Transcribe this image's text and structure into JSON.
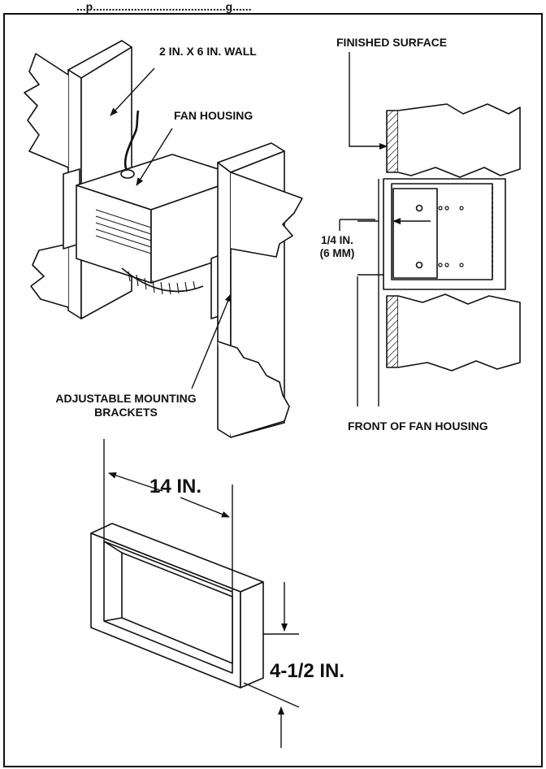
{
  "header": {
    "caption_fragment": "...p..........................................g......"
  },
  "labels": {
    "wall": "2 IN. X 6 IN. WALL",
    "fan_housing": "FAN HOUSING",
    "brackets_line1": "ADJUSTABLE MOUNTING",
    "brackets_line2": "BRACKETS",
    "finished_surface": "FINISHED SURFACE",
    "gap_line1": "1/4 IN.",
    "gap_line2": "(6 MM)",
    "front_of_housing": "FRONT OF FAN HOUSING",
    "width_dim": "14 IN.",
    "height_dim": "4-1/2 IN."
  },
  "colors": {
    "ink": "#111111",
    "paper": "#ffffff",
    "hatch": "#111111"
  }
}
